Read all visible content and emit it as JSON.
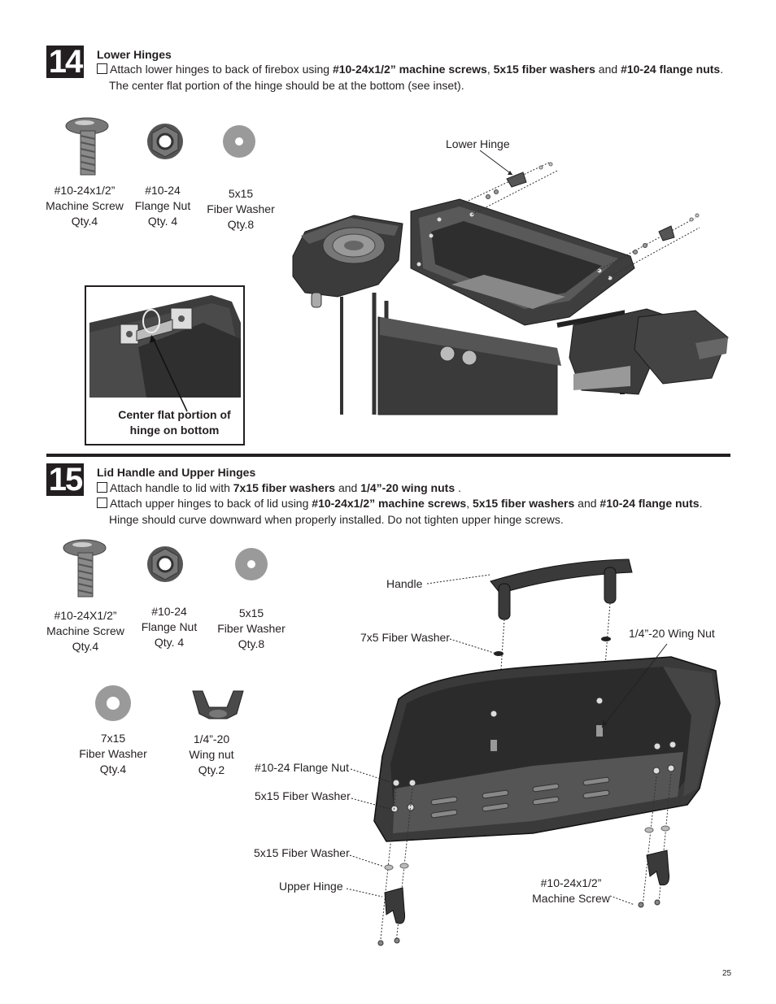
{
  "step14": {
    "number": "14",
    "title": "Lower Hinges",
    "instr": [
      {
        "t1": "Attach lower hinges to back of firebox using ",
        "b1": "#10-24x1/2” machine screws",
        "t2": ", ",
        "b2": "5x15 fiber washers",
        "t3": " and ",
        "b3": "#10-24 flange nuts",
        "t4": "."
      }
    ],
    "instr_cont": "The center flat portion of the hinge should be at the bottom (see inset).",
    "parts": [
      {
        "name": "#10-24x1/2”",
        "name2": "Machine Screw",
        "qty": "Qty.4"
      },
      {
        "name": "#10-24",
        "name2": "Flange Nut",
        "qty": "Qty. 4"
      },
      {
        "name": "5x15",
        "name2": "Fiber Washer",
        "qty": "Qty.8"
      }
    ],
    "callouts": {
      "lower_hinge": "Lower Hinge"
    },
    "inset": {
      "line1": "Center flat portion of",
      "line2": "hinge on bottom"
    }
  },
  "step15": {
    "number": "15",
    "title": "Lid Handle and Upper Hinges",
    "instr1": {
      "t1": "Attach handle to lid with ",
      "b1": "7x15 fiber washers",
      "t2": " and ",
      "b2": "1/4”-20 wing nuts",
      "t3": " ."
    },
    "instr2": {
      "t1": "Attach upper hinges to back of lid using ",
      "b1": "#10-24x1/2” machine screws",
      "t2": ", ",
      "b2": "5x15 fiber washers",
      "t3": " and ",
      "b3": "#10-24 flange nuts",
      "t4": "."
    },
    "instr_cont": "Hinge should curve downward when properly installed. Do not tighten upper hinge screws.",
    "parts": [
      {
        "name": "#10-24X1/2”",
        "name2": "Machine Screw",
        "qty": "Qty.4"
      },
      {
        "name": "#10-24",
        "name2": "Flange Nut",
        "qty": "Qty. 4"
      },
      {
        "name": "5x15",
        "name2": "Fiber Washer",
        "qty": "Qty.8"
      },
      {
        "name": "7x15",
        "name2": "Fiber Washer",
        "qty": "Qty.4"
      },
      {
        "name": "1/4”-20",
        "name2": "Wing nut",
        "qty": "Qty.2"
      }
    ],
    "callouts": {
      "handle": "Handle",
      "washer_7x5": "7x5 Fiber Washer",
      "wing_nut": "1/4”-20 Wing Nut",
      "flange_nut": "#10-24 Flange Nut",
      "fiber_washer_a": "5x15 Fiber Washer",
      "fiber_washer_b": "5x15 Fiber Washer",
      "upper_hinge": "Upper Hinge",
      "machine_screw_1": "#10-24x1/2”",
      "machine_screw_2": "Machine Screw"
    }
  },
  "page_number": "25"
}
